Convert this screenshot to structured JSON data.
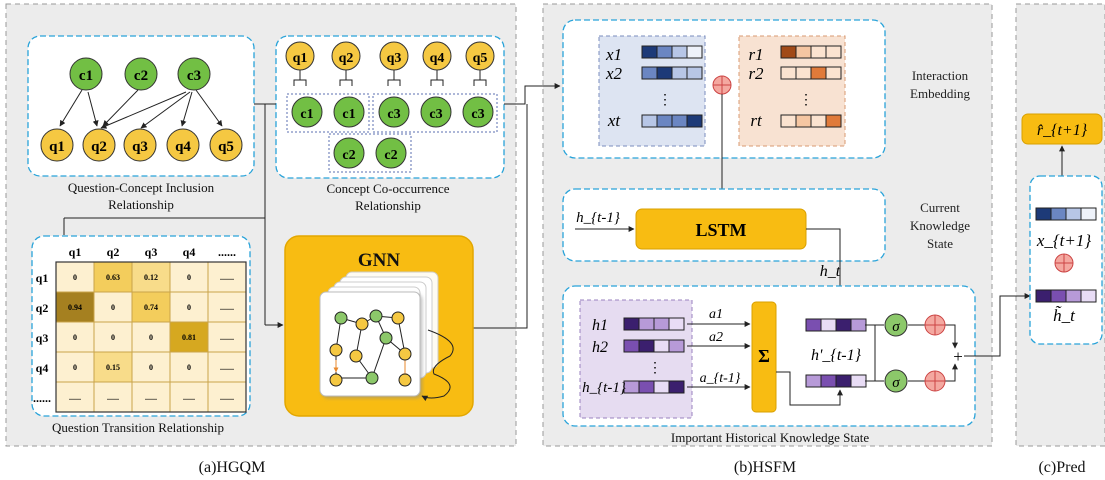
{
  "colors": {
    "panel_bg": "#ececec",
    "panel_border": "#9a9a9a",
    "box_border": "#29a3d9",
    "concept_green": "#72bf44",
    "question_yellow": "#f5c842",
    "gnn_orange": "#f8bc12",
    "x_blue": "#3a5b9c",
    "r_orange": "#e07a3a",
    "h_purple": "#7a4fb0",
    "sigma_green": "#8cc86a",
    "oplus_pink": "#f4a8a0"
  },
  "panels": {
    "a": "(a)HGQM",
    "b": "(b)HSFM",
    "c": "(c)Pred"
  },
  "hgqm": {
    "inclusion_label": [
      "Question-Concept Inclusion",
      "Relationship"
    ],
    "cooccur_label": [
      "Concept Co-occurrence",
      "Relationship"
    ],
    "transition_label": "Question Transition Relationship",
    "gnn_label": "GNN",
    "concepts_top": [
      "c1",
      "c2",
      "c3"
    ],
    "questions_bottom": [
      "q1",
      "q2",
      "q3",
      "q4",
      "q5"
    ],
    "cooccur_questions": [
      "q1",
      "q2",
      "q3",
      "q4",
      "q5"
    ],
    "cooccur_concepts_row1": [
      "c1",
      "c1",
      "c3",
      "c3",
      "c3"
    ],
    "cooccur_concepts_row2": [
      "c2",
      "c2"
    ],
    "matrix": {
      "col_headers": [
        "q1",
        "q2",
        "q3",
        "q4",
        "......"
      ],
      "row_headers": [
        "q1",
        "q2",
        "q3",
        "q4",
        "......"
      ],
      "cells": [
        [
          "0",
          "0.63",
          "0.12",
          "0",
          "......."
        ],
        [
          "0.94",
          "0",
          "0.74",
          "0",
          "......."
        ],
        [
          "0",
          "0",
          "0",
          "0.81",
          "......."
        ],
        [
          "0",
          "0.15",
          "0",
          "0",
          "......."
        ],
        [
          "......",
          "......",
          "......",
          "......",
          "......."
        ]
      ]
    }
  },
  "hsfm": {
    "interaction_label": [
      "Interaction",
      "Embedding"
    ],
    "current_label": [
      "Current",
      "Knowledge",
      "State"
    ],
    "important_label": "Important Historical Knowledge State",
    "lstm": "LSTM",
    "h_prev": "h_{t-1}",
    "h_t": "h_t",
    "x_labels": [
      "x1",
      "x2",
      "⋮",
      "xt"
    ],
    "r_labels": [
      "r1",
      "r2",
      "⋮",
      "rt"
    ],
    "hist_labels": [
      "h1",
      "h2",
      "⋮",
      "h_{t-1}"
    ],
    "a_labels": [
      "a1",
      "a2",
      "a_{t-1}"
    ],
    "sigma_sum": "Σ",
    "h_prime": "h'_{t-1}",
    "sigma": "σ",
    "plus": "+"
  },
  "pred": {
    "output": "r̂_{t+1}",
    "x_next": "x_{t+1}",
    "h_tilde": "h̃_t"
  }
}
